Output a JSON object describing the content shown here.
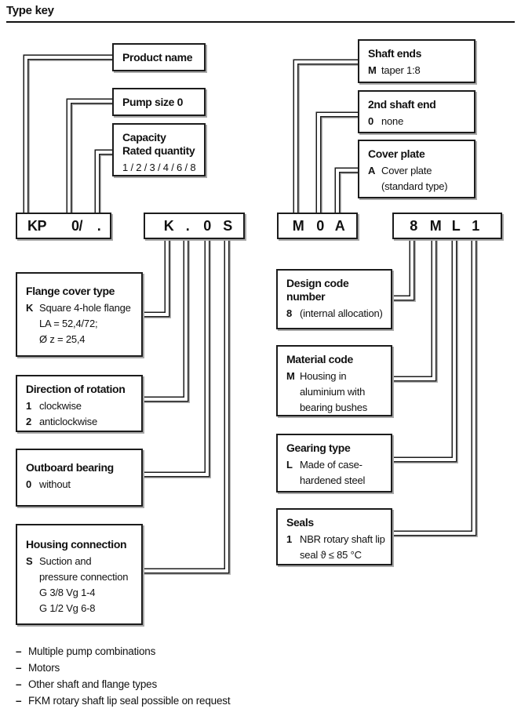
{
  "page": {
    "title": "Type key"
  },
  "codes": [
    {
      "segments": [
        "KP",
        "0/",
        "."
      ]
    },
    {
      "segments": [
        "K",
        ".",
        "0",
        "S"
      ]
    },
    {
      "segments": [
        "M",
        "0",
        "A"
      ]
    },
    {
      "segments": [
        "8",
        "M",
        "L",
        "1"
      ]
    }
  ],
  "boxes": {
    "product_name": {
      "title": "Product name"
    },
    "pump_size": {
      "title": "Pump size 0"
    },
    "capacity": {
      "title": "Capacity\nRated quantity",
      "note": "1 / 2 / 3 / 4 / 6 / 8"
    },
    "shaft_ends": {
      "title": "Shaft ends",
      "entries": [
        {
          "code": "M",
          "lines": [
            "taper 1:8"
          ]
        }
      ]
    },
    "second_shaft_end": {
      "title": "2nd shaft end",
      "entries": [
        {
          "code": "0",
          "lines": [
            "none"
          ]
        }
      ]
    },
    "cover_plate": {
      "title": "Cover plate",
      "entries": [
        {
          "code": "A",
          "lines": [
            "Cover plate",
            "(standard type)"
          ]
        }
      ]
    },
    "flange_cover_type": {
      "title": "Flange cover type",
      "entries": [
        {
          "code": "K",
          "lines": [
            "Square 4-hole flange",
            "LA = 52,4/72;",
            "Ø z = 25,4"
          ]
        }
      ]
    },
    "direction_of_rotation": {
      "title": "Direction of rotation",
      "entries": [
        {
          "code": "1",
          "lines": [
            "clockwise"
          ]
        },
        {
          "code": "2",
          "lines": [
            "anticlockwise"
          ]
        }
      ]
    },
    "outboard_bearing": {
      "title": "Outboard bearing",
      "entries": [
        {
          "code": "0",
          "lines": [
            "without"
          ]
        }
      ]
    },
    "housing_connection": {
      "title": "Housing connection",
      "entries": [
        {
          "code": "S",
          "lines": [
            "Suction and",
            "pressure connection",
            "G 3/8 Vg 1-4",
            "G 1/2 Vg 6-8"
          ]
        }
      ]
    },
    "design_code_number": {
      "title": "Design code\nnumber",
      "entries": [
        {
          "code": "8",
          "lines": [
            "(internal allocation)"
          ]
        }
      ]
    },
    "material_code": {
      "title": "Material code",
      "entries": [
        {
          "code": "M",
          "lines": [
            "Housing in",
            "aluminium with",
            "bearing bushes"
          ]
        }
      ]
    },
    "gearing_type": {
      "title": "Gearing type",
      "entries": [
        {
          "code": "L",
          "lines": [
            "Made of case-",
            "hardened steel"
          ]
        }
      ]
    },
    "seals": {
      "title": "Seals",
      "entries": [
        {
          "code": "1",
          "lines": [
            "NBR rotary shaft lip",
            "seal ϑ ≤  85 °C"
          ]
        }
      ]
    }
  },
  "footnotes": {
    "bullet": "–",
    "items": [
      "Multiple pump combinations",
      "Motors",
      "Other shaft and flange types",
      "FKM rotary shaft lip seal possible on request"
    ]
  },
  "colors": {
    "line": "#1c1c1c",
    "line_shadow": "#b3b3b3",
    "box_shadow": "#a8a8a8"
  }
}
